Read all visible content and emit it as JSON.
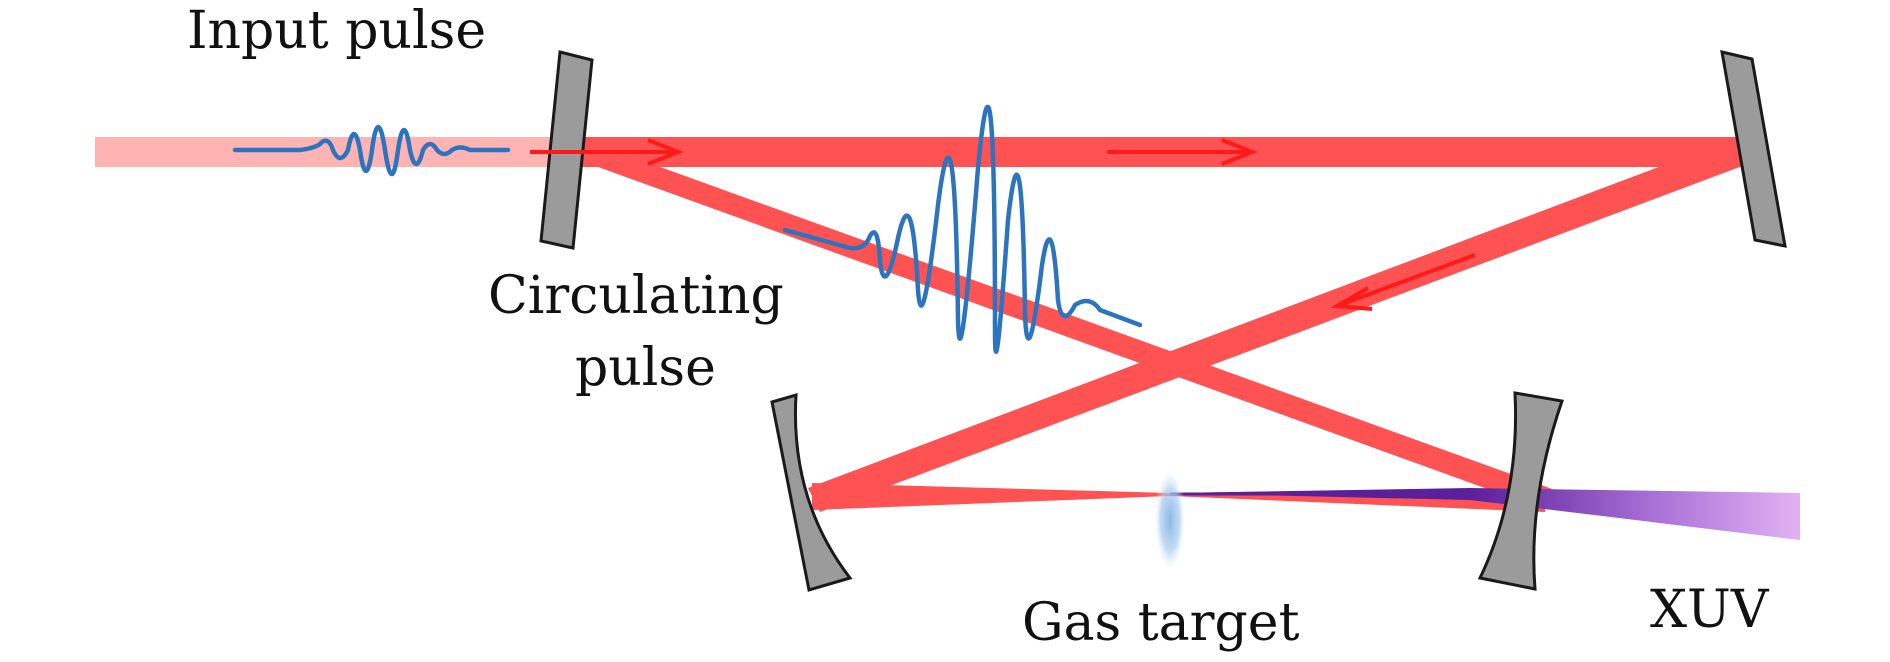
{
  "labels": {
    "input_pulse": "Input pulse",
    "circulating_line1": "Circulating",
    "circulating_line2": "pulse",
    "gas_target": "Gas target",
    "xuv": "XUV"
  },
  "colors": {
    "input_beam": "#ffb3b3",
    "cavity_beam": "#ff5252",
    "arrow": "#ff1a1a",
    "pulse_wave": "#2d74bf",
    "mirror_fill": "#9b9b9b",
    "mirror_stroke": "#1a1a1a",
    "gas_target": "#8bb8e6",
    "xuv_start": "#6a2fa8",
    "xuv_end": "#e2b2f2"
  },
  "elements": {
    "mirrors": [
      "input-coupler-mirror",
      "top-right-flat-mirror",
      "left-curved-mirror",
      "right-curved-mirror"
    ],
    "icons": [
      "input-pulse-wave-icon",
      "circulating-pulse-wave-icon",
      "gas-target-icon"
    ]
  }
}
